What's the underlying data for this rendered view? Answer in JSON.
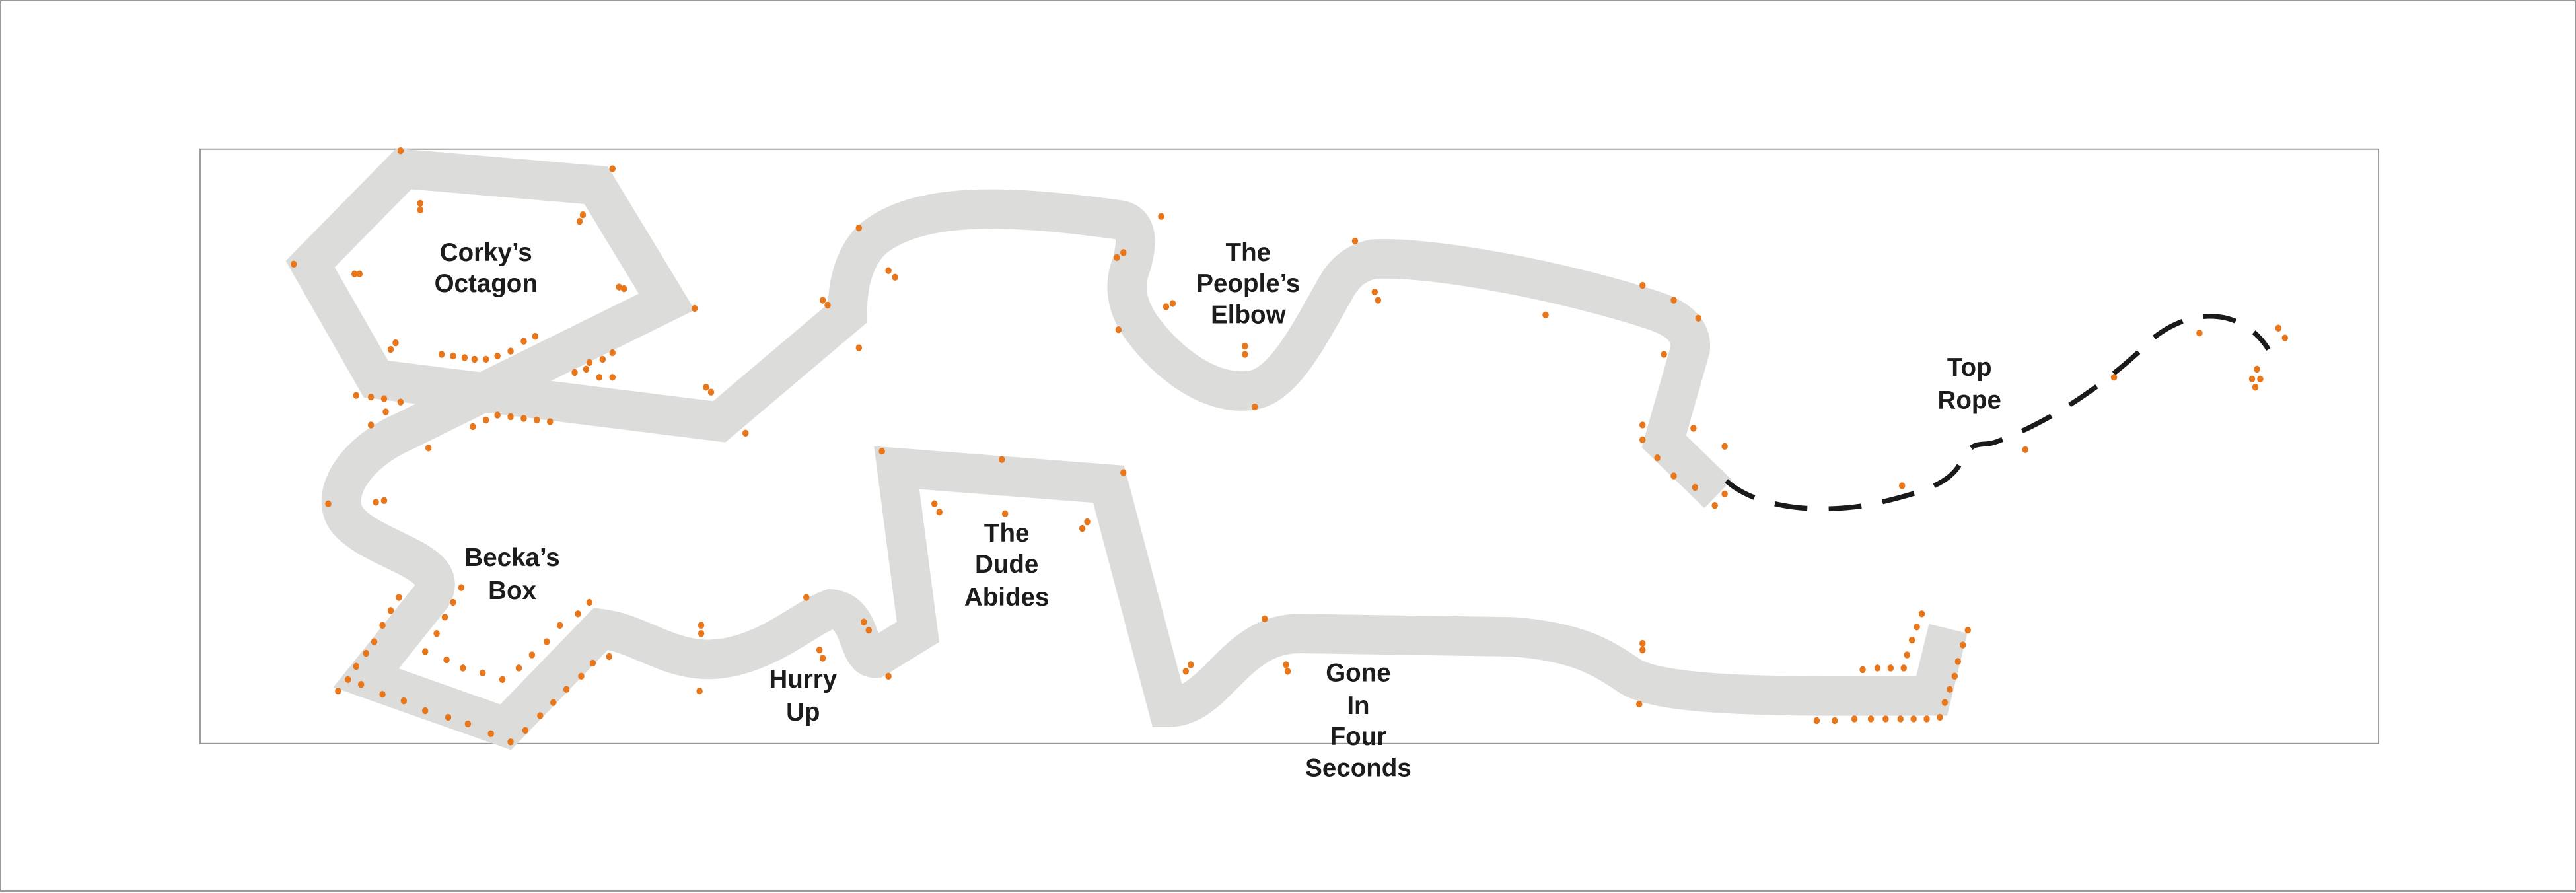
{
  "diagram": {
    "colors": {
      "track": "#dcdcda",
      "rope": "#1a1a1a",
      "marker": "#e8761b",
      "frame": "#9a9a9a"
    },
    "sections": [
      {
        "id": "corkys-octagon",
        "lines": [
          "Corky’s",
          "Octagon"
        ]
      },
      {
        "id": "the-peoples-elbow",
        "lines": [
          "The",
          "People’s",
          "Elbow"
        ]
      },
      {
        "id": "top-rope",
        "lines": [
          "Top",
          "Rope"
        ]
      },
      {
        "id": "beckas-box",
        "lines": [
          "Becka’s",
          "Box"
        ]
      },
      {
        "id": "hurry-up",
        "lines": [
          "Hurry",
          "Up"
        ]
      },
      {
        "id": "the-dude-abides",
        "lines": [
          "The",
          "Dude",
          "Abides"
        ]
      },
      {
        "id": "gone-in-four-seconds",
        "lines": [
          "Gone",
          "In",
          "Four",
          "Seconds"
        ]
      }
    ]
  }
}
